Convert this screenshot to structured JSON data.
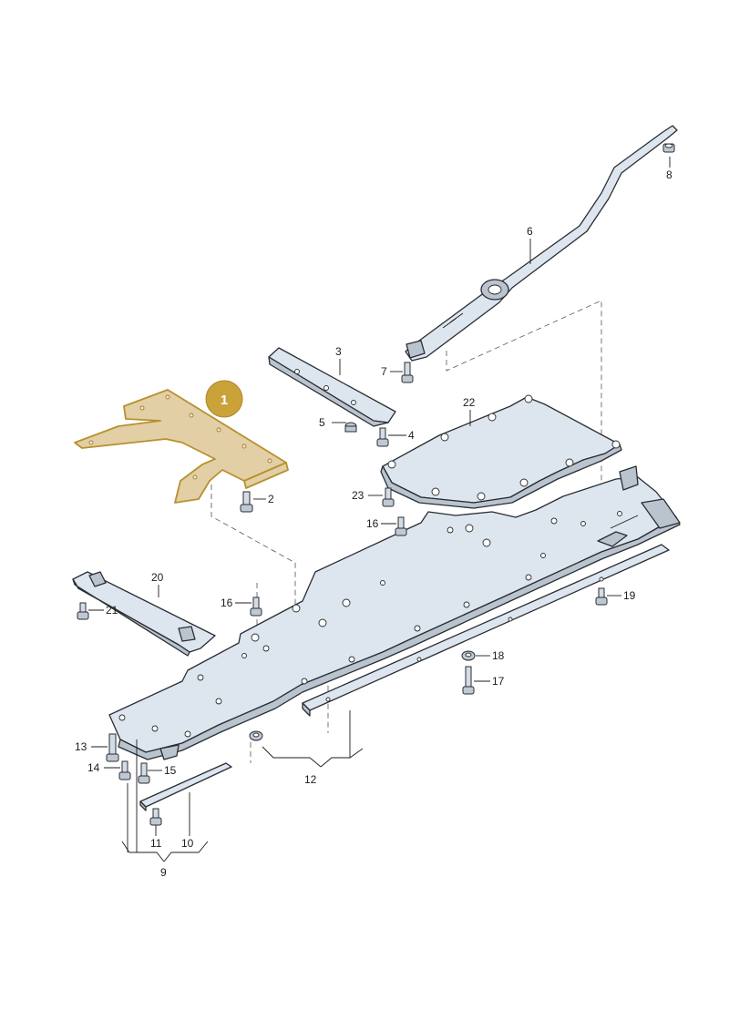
{
  "diagram": {
    "highlight_color": "#c9a23a",
    "part_fill": "#dde6ee",
    "line_color": "#2a2d33",
    "badge": {
      "number": "1"
    },
    "callouts": [
      {
        "id": "2",
        "text": "2"
      },
      {
        "id": "3",
        "text": "3"
      },
      {
        "id": "4",
        "text": "4"
      },
      {
        "id": "5",
        "text": "5"
      },
      {
        "id": "6",
        "text": "6"
      },
      {
        "id": "7",
        "text": "7"
      },
      {
        "id": "8",
        "text": "8"
      },
      {
        "id": "9",
        "text": "9"
      },
      {
        "id": "10",
        "text": "10"
      },
      {
        "id": "11",
        "text": "11"
      },
      {
        "id": "12",
        "text": "12"
      },
      {
        "id": "13",
        "text": "13"
      },
      {
        "id": "14",
        "text": "14"
      },
      {
        "id": "15",
        "text": "15"
      },
      {
        "id": "16a",
        "text": "16"
      },
      {
        "id": "16b",
        "text": "16"
      },
      {
        "id": "17",
        "text": "17"
      },
      {
        "id": "18",
        "text": "18"
      },
      {
        "id": "19",
        "text": "19"
      },
      {
        "id": "20",
        "text": "20"
      },
      {
        "id": "21",
        "text": "21"
      },
      {
        "id": "22",
        "text": "22"
      },
      {
        "id": "23",
        "text": "23"
      }
    ]
  }
}
